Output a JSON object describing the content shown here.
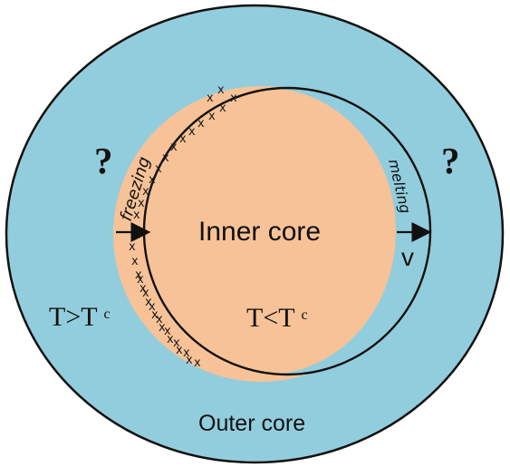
{
  "colors": {
    "outer_core": "#92cddd",
    "inner_core": "#f7c297",
    "outline": "#111111",
    "text": "#111111"
  },
  "labels": {
    "inner_core": "Inner core",
    "outer_core": "Outer core",
    "freezing": "freezing",
    "melting": "melting",
    "velocity": "v",
    "left_question": "?",
    "right_question": "?",
    "temp_outer": {
      "base": "T>T",
      "superscript": "c"
    },
    "temp_inner": {
      "base": "T<T",
      "superscript": "c"
    }
  },
  "icons": {
    "crystal_marks": "x-mark",
    "arrows": "arrow-right-icon"
  }
}
